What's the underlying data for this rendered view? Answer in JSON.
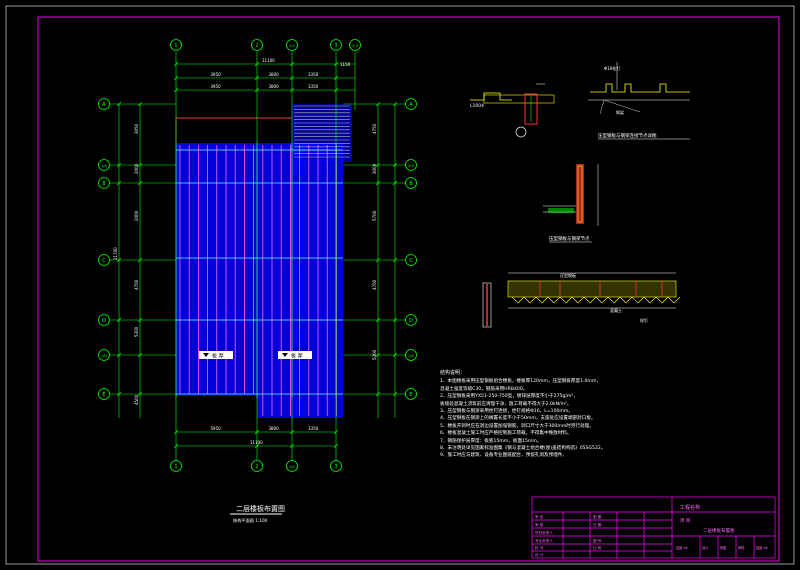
{
  "plan": {
    "title": "二层楼板布置图",
    "scale": "结构平面图 1:100",
    "slab_tag": "板 厚",
    "col_axes_top": [
      "1",
      "2",
      "1/2",
      "3",
      "1/3"
    ],
    "col_axes_bottom": [
      "1",
      "2",
      "1/2",
      "3"
    ],
    "row_axes": [
      "A",
      "1/A",
      "B",
      "C",
      "D",
      "1/D",
      "E"
    ],
    "dim_total": "11100",
    "dim_top_segments": [
      "3950",
      "3800",
      "3350"
    ],
    "dim_top_right": "1150",
    "dim_bottom_segments": [
      "5950",
      "3800",
      "3350"
    ],
    "dim_bottom_total": "11100",
    "dim_left_total": "21700",
    "dim_left_segments": [
      "3050",
      "2000",
      "2000",
      "4700",
      "5300",
      "4500"
    ],
    "dim_right_segments": [
      "4750",
      "3000",
      "5700",
      "4700",
      "5300"
    ]
  },
  "details": {
    "d1_label": "L1004",
    "d2_title": "压型钢板与钢梁连接节点详图",
    "d3_title": "压型钢板与钢梁节点",
    "d4_labels": [
      "压型钢板",
      "混凝土",
      "栓钉"
    ]
  },
  "notes": {
    "title": "结构说明：",
    "items": [
      "1、本图楼板采用压型钢板组合楼板，楼板厚120mm，压型钢板厚度1.0mm，",
      "   混凝土强度等级C30，钢筋采用HRB400。",
      "2、压型钢板采用YX51-250-750型，镀锌层厚度不小于275g/m²，",
      "   板缝处混凝土浇筑前应清理干净，施工荷载不得大于2.0kN/m²。",
      "3、压型钢板与钢梁采用栓钉连接，栓钉规格Φ16，L=100mm。",
      "4、压型钢板在钢梁上的搁置长度不小于50mm，支座处应设置端部封口板。",
      "5、楼板开洞时应在洞边设置加强钢筋，洞口尺寸大于300mm时另行处理。",
      "6、楼板混凝土施工时应严格控制施工荷载，不得集中堆放材料。",
      "7、钢筋保护层厚度：板底15mm，板面15mm。",
      "8、未注明处详见国家标准图集《钢与混凝土组合楼(屋)盖结构构造》05SG522。",
      "9、施工时应与建筑、设备专业图纸配合，预留孔洞及预埋件。"
    ]
  },
  "title_block": {
    "company": "工程名称",
    "project": "项 目",
    "drawing_name": "二层楼板布置图",
    "drawing_no": "结施-08",
    "left_labels": [
      "审 定",
      "审 核",
      "项目负责人",
      "专业负责人",
      "校 对",
      "设 计"
    ],
    "mid_labels": [
      "制 图",
      "日 期",
      "图 号",
      "比 例"
    ],
    "bottom_cells": [
      "设计",
      "制图",
      "审核",
      "结施-08"
    ]
  },
  "colors": {
    "frame": "#ff00ff",
    "axis": "#00ff00",
    "slab": "#0000ff",
    "rib": "#ff00ff",
    "beam": "#00ffff",
    "text": "#ffffff",
    "red": "#ff3333",
    "yellow": "#ffff00"
  }
}
